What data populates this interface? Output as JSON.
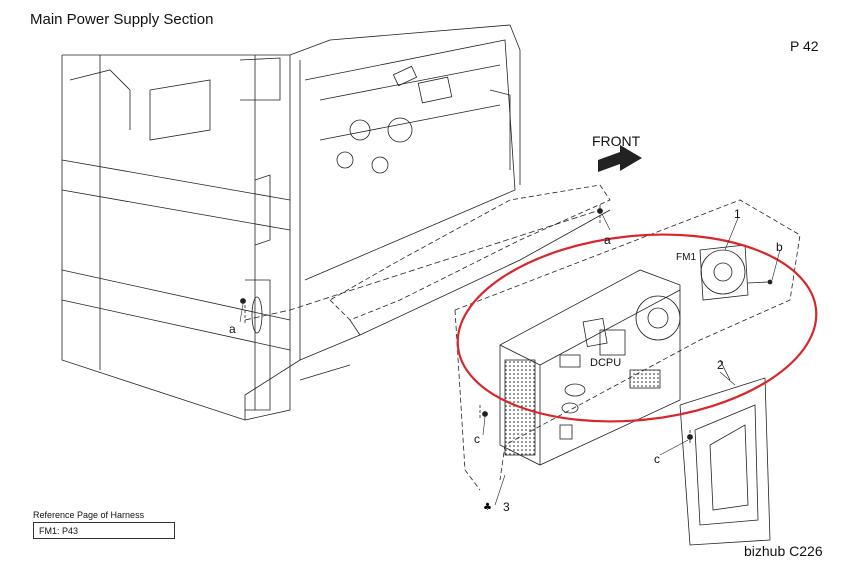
{
  "header": {
    "title": "Main Power Supply Section",
    "page_number": "P 42"
  },
  "footer": {
    "model": "bizhub C226"
  },
  "diagram": {
    "front_label": "FRONT",
    "callouts": {
      "a_left": "a",
      "a_right": "a",
      "b": "b",
      "c_left": "c",
      "c_right": "c",
      "part_1": "1",
      "part_2": "2",
      "part_3": "3",
      "fm1": "FM1",
      "dcpu": "DCPU"
    },
    "highlight_color": "#d9262a"
  },
  "reference": {
    "title": "Reference Page of Harness",
    "entry": "FM1: P43"
  }
}
